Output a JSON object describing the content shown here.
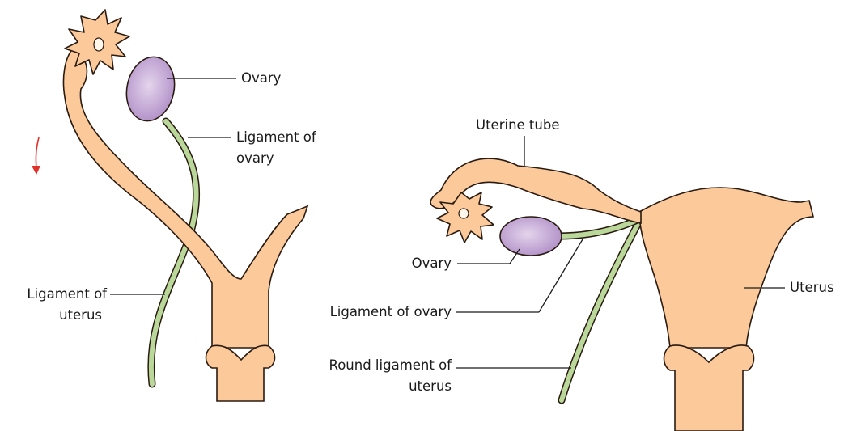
{
  "labels": {
    "left_ovary": "Ovary",
    "left_ligament_of_ovary_l1": "Ligament of",
    "left_ligament_of_ovary_l2": "ovary",
    "left_ligament_of_uterus_l1": "Ligament of",
    "left_ligament_of_uterus_l2": "uterus",
    "uterine_tube": "Uterine tube",
    "right_ovary": "Ovary",
    "right_ligament_of_ovary": "Ligament of ovary",
    "round_ligament_l1": "Round ligament of",
    "round_ligament_l2": "uterus",
    "uterus": "Uterus"
  },
  "colors": {
    "tissue_fill": "#fbc99a",
    "tissue_stroke": "#2a1a10",
    "ovary_fill": "#cdb3dc",
    "ligament_fill": "#b9d89a",
    "arrow": "#e0322b"
  }
}
